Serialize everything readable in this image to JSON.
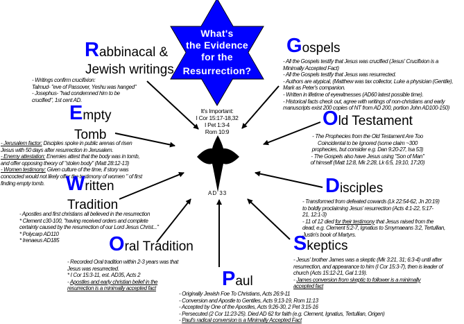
{
  "star": {
    "line1": "What's",
    "line2": "the Evidence",
    "line3": "for the",
    "line4": "Resurrection?",
    "color": "#0000ff"
  },
  "important": [
    "It's Important:",
    "I Cor 15:17-18,32",
    "I Pet 1:3-4",
    "Rom 10:9"
  ],
  "date": "AD 33",
  "accent_color": "#0000ff",
  "rabbinical": {
    "initial": "R",
    "rest": "abbinacal &",
    "line2": "Jewish writings",
    "notes": [
      "- Writings confirm crucifixion:",
      "Talmud- \"eve of Passover, Yeshu was hanged\"",
      "- Josephus- \"had condemned him to be",
      "crucified\", 1st cent AD."
    ]
  },
  "gospels": {
    "initial": "G",
    "rest": "ospels",
    "notes": [
      "- All the Gospels testify that Jesus was crucified (Jesus' Crucifixion is a",
      "Minimally Accepted Fact)",
      "- All the Gospels testify that Jesus was resurrected.",
      "- Authors are atypical, (Matthew was tax collector, Luke a physician (Gentile),",
      "Mark as Peter's companion.",
      "- Written in lifetime of eyewitnesses (AD60 latest possible time).",
      "- Historical facts check out, agree with writings of non-christians and early",
      "manuscripts exist 200 copies of NT from AD 200, portion John AD100-150)"
    ]
  },
  "empty_tomb": {
    "initial": "E",
    "rest": "mpty",
    "line2": "Tomb",
    "notes": [
      [
        "- Jerusalem factor:",
        " Disciples spoke in public arenas of risen"
      ],
      [
        "Jesus with 50 days after resurrection in Jerusalem."
      ],
      [
        "- Enemy attestation:",
        " Enemies attest that the body was in tomb,"
      ],
      [
        "and offer opposing theory of \"stolen body\" (Matt 28:12-13)"
      ],
      [
        "- Women testimony:",
        " Given culture of the time, if story was"
      ],
      [
        "concocted would not likely offer the testimony of women \" of first"
      ],
      [
        "finding empty tomb."
      ]
    ]
  },
  "old_testament": {
    "initial": "O",
    "rest": "ld Testament",
    "notes": [
      "- The Prophecies from the Old Testament Are Too",
      "Coincidental to be Ignored (some claim ~300",
      "prophecies, but consider e.g. Dan 9:20-27, Isa 53)",
      "- The Gospels also have Jesus using \"Son of Man\"",
      "of himself (Matt 12:8, Mk 2:28, Lk 6:5, 19:10, 17:20)"
    ]
  },
  "written_tradition": {
    "initial": "W",
    "rest": "ritten",
    "line2": "Tradition",
    "notes": [
      "- Apostles and first christians all believed in the resurrection",
      "* Clement c30-100, \"having received orders and complete",
      "certainty caused by the resurrection of our Lord Jesus Christ...\"",
      "* Polycarp AD110",
      "* Irenaeus AD185"
    ]
  },
  "disciples": {
    "initial": "D",
    "rest": "isciples",
    "notes": [
      [
        "- Transformed from defeated cowards (Lk 22:54-62, Jn 20:19)"
      ],
      [
        "to boldly proclaiming Jesus' resurrection (Acts 4:1-22, 5:17-"
      ],
      [
        "21, 12:1-3)"
      ],
      [
        "- 11 of 12 died ",
        "for their testimony",
        " that Jesus raised from the"
      ],
      [
        "dead, e.g. Clement 5:2-7, Ignatius to Smyrnaeans 3:2, Tertullian,"
      ],
      [
        "Justin's book of Martyrs."
      ]
    ]
  },
  "oral_tradition": {
    "initial": "O",
    "rest": "ral Tradition",
    "notes": [
      [
        "- Recorded Oral tradition within 2-3 years was that"
      ],
      [
        "Jesus was resurrected."
      ],
      [
        "* I Cor 15:3-11, est. AD35, Acts 2"
      ],
      [
        "- ",
        "Apostles and early christian belief in the"
      ],
      [
        "",
        "resurrection is a minimally accepted fact"
      ]
    ]
  },
  "skeptics": {
    "initial": "S",
    "rest": "keptics",
    "notes": [
      [
        "- Jesus' brother James was a skeptic (Mk 3:21, 31; 6:3-4) until after"
      ],
      [
        "resurrection, and appearance to him (I Cor 15:3-7), then is leader of"
      ],
      [
        "church (Acts 15:12-21, Gal 1:19)."
      ],
      [
        "- ",
        "James conversion from skeptic to follower is a minimally"
      ],
      [
        "",
        "accepted fact"
      ]
    ]
  },
  "paul": {
    "initial": "P",
    "rest": "aul",
    "notes": [
      [
        "- Originally Jewish Foe To Christians, Acts 26:9-11"
      ],
      [
        "- Conversion and Apostle to Gentiles, Acts 9:13-19, Rom 11:13"
      ],
      [
        "- Accepted by One of the Apostles, Acts 9:26-30, 2 Pet 3:15-16"
      ],
      [
        "- Persecuted (2 Cor 11:23-25). Died AD 62 for faith (e.g. Clement, Ignatius, Tertullian, Origen)"
      ],
      [
        "- ",
        "Paul's radical conversion is a Minimally Accepted Fact"
      ]
    ]
  }
}
